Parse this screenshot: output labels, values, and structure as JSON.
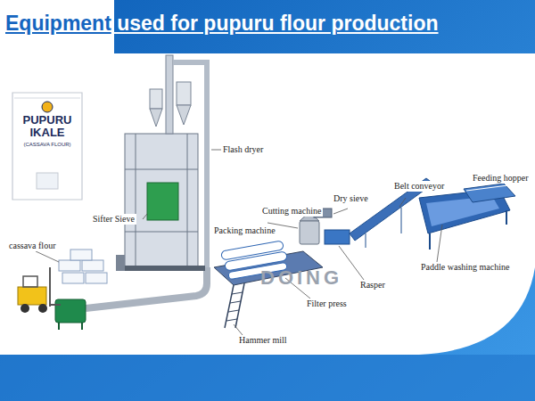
{
  "diagram": {
    "title": "Equipment used for pupuru flour production",
    "nodes": [
      {
        "text": [
          "PUPURU IKALE",
          "(CASSAVA FLOUR)"
        ]
      }
    ],
    "labels": [
      "Flash dryer",
      "Feeding hopper",
      "Belt conveyor",
      "Dry sieve",
      "Cutting machine",
      "Sifter Sieve",
      "Packing machine",
      "Paddle washing machine",
      "Rasper",
      "Filter press",
      "Hammer mill",
      "cassava flour",
      "DOING"
    ]
  }
}
